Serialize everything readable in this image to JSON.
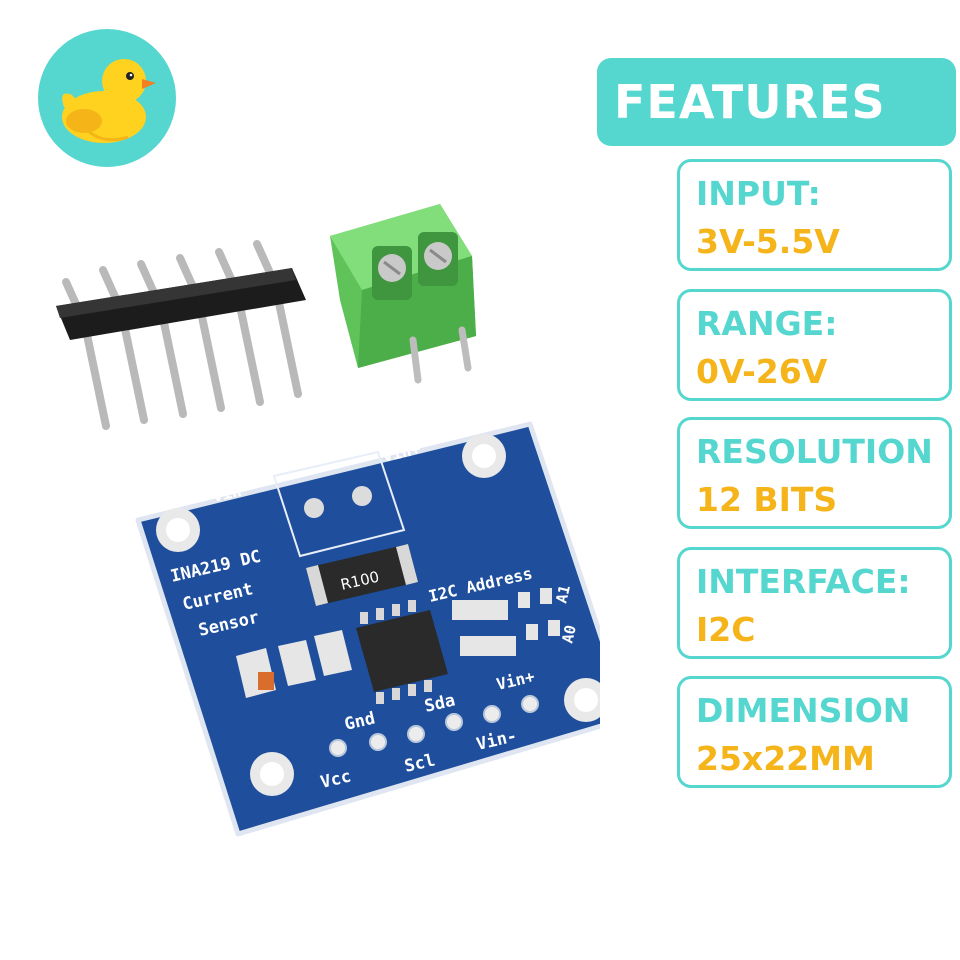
{
  "logo": {
    "icon": "duck-icon",
    "circle_color": "#55d6cf",
    "duck_color": "#ffd21f"
  },
  "product": {
    "pin_header": {
      "pins": 6
    },
    "terminal_block": {
      "screws": 2,
      "color": "#6fcf6a"
    },
    "board": {
      "color": "#1f4f9c",
      "title_lines": [
        "INA219 DC",
        "Current",
        "Sensor"
      ],
      "shunt_label": "R100",
      "vin_minus_top": "Vin-",
      "vin_plus_top": "Vin+",
      "i2c_label": "I2C Address",
      "a1_label": "A1",
      "a0_label": "A0",
      "vin_plus_side": "Vin+",
      "pin_labels": [
        "Vcc",
        "Gnd",
        "Scl",
        "Sda",
        "Vin-"
      ]
    }
  },
  "features": {
    "title": "FEATURES",
    "accent_color": "#55d6cf",
    "value_color": "#f4b41a",
    "items": [
      {
        "label": "INPUT:",
        "value": "3V-5.5V"
      },
      {
        "label": "RANGE:",
        "value": "0V-26V"
      },
      {
        "label": "RESOLUTION",
        "value": "12 BITS"
      },
      {
        "label": "INTERFACE:",
        "value": "I2C"
      },
      {
        "label": "DIMENSION",
        "value": "25x22MM"
      }
    ]
  }
}
